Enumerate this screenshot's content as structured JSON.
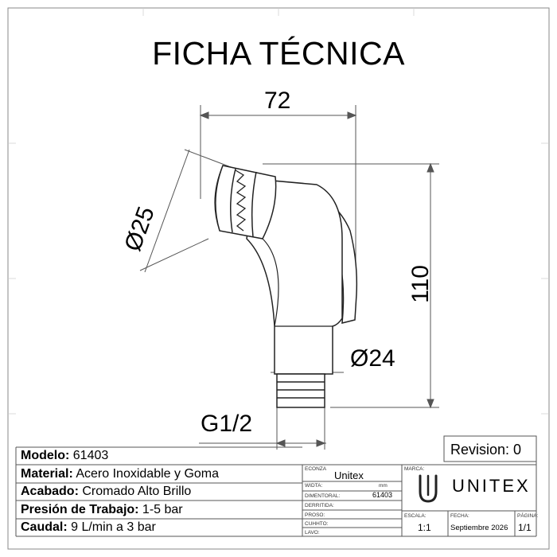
{
  "title": "FICHA TÉCNICA",
  "dimensions": {
    "width": "72",
    "diameter_head": "Ø25",
    "height": "110",
    "diameter_base": "Ø24",
    "thread": "G1/2"
  },
  "specs": [
    {
      "label": "Modelo:",
      "value": " 61403"
    },
    {
      "label": "Material:",
      "value": " Acero Inoxidable y Goma"
    },
    {
      "label": "Acabado:",
      "value": " Cromado Alto Brillo"
    },
    {
      "label": "Presión de Trabajo:",
      "value": " 1-5 bar"
    },
    {
      "label": "Caudal:",
      "value": " 9 L/min a 3 bar"
    }
  ],
  "title_block": {
    "econoza_label": "ECONZA",
    "econoza_value": "Unitex",
    "widta_label": "WIDTA:",
    "widta_unit": "mm",
    "dimentoral_label": "DIMENTORAL:",
    "dimentoral_value": "61403",
    "derritida_label": "DERRITIDA:",
    "proso_label": "PROSO:",
    "cuhhto_label": "CUHHTO:",
    "lavo_label": "LAVO:",
    "marca_label": "MARCA:",
    "brand_name": "UNITEX",
    "revision": "Revision: 0",
    "escala_label": "ESCALA:",
    "escala_value": "1:1",
    "fecha_label": "FECHA:",
    "fecha_value": "Septiembre 2026",
    "pagina_label": "PÁGINA:",
    "pagina_value": "1/1"
  }
}
